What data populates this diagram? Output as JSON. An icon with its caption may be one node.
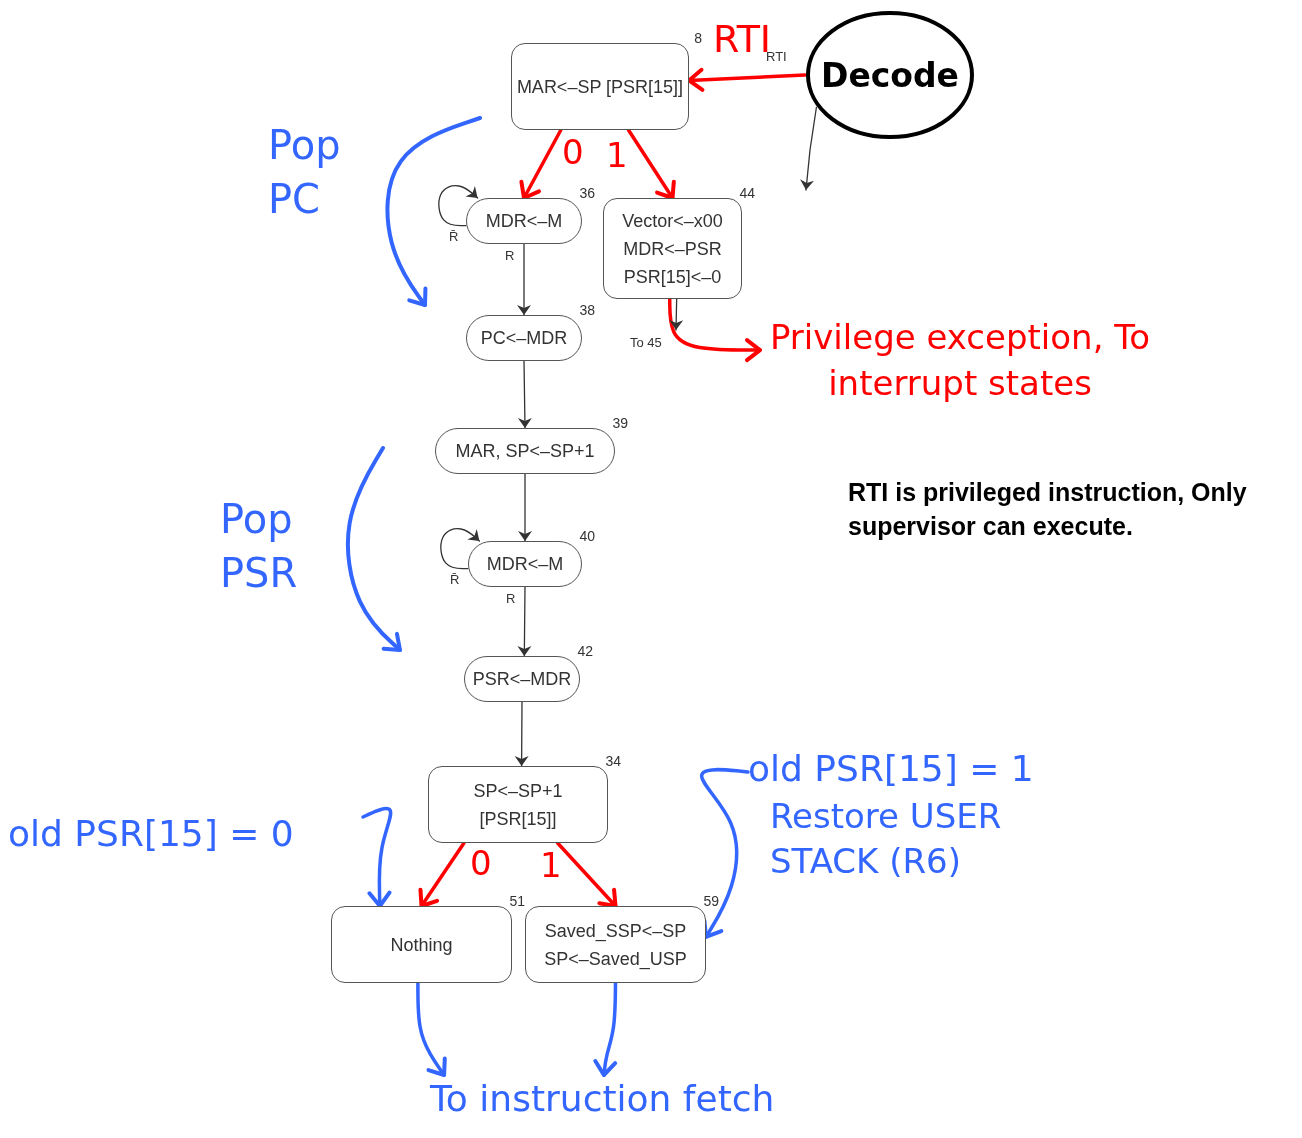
{
  "diagram": {
    "nodes": [
      {
        "text": [
          "Decode"
        ]
      },
      {
        "text": [
          "MAR<–SP [PSR[15]]"
        ],
        "beside": [
          "8"
        ]
      },
      {
        "text": [
          "MDR<–M"
        ],
        "beside": [
          "36"
        ]
      },
      {
        "text": [
          "Vector<–x00 MDR<–PSR PSR[15]<–0"
        ],
        "beside": [
          "44"
        ]
      },
      {
        "text": [
          "PC<–MDR"
        ],
        "beside": [
          "38"
        ]
      },
      {
        "text": [
          "MAR, SP<–SP+1"
        ],
        "beside": [
          "39"
        ]
      },
      {
        "text": [
          "MDR<–M"
        ],
        "beside": [
          "40"
        ]
      },
      {
        "text": [
          "PSR<–MDR"
        ],
        "beside": [
          "42"
        ]
      },
      {
        "text": [
          "SP<–SP+1 [PSR[15]]"
        ],
        "beside": [
          "34"
        ]
      },
      {
        "text": [
          "Nothing"
        ],
        "beside": [
          "51"
        ]
      },
      {
        "text": [
          "Saved_SSP<–SP SP<–Saved_USP"
        ],
        "beside": [
          "59"
        ]
      },
      {
        "text": [
          "Privilege exception, To interrupt states"
        ]
      },
      {
        "text": [
          "To instruction fetch"
        ]
      },
      {
        "text": [
          "old PSR[15] = 0"
        ]
      },
      {
        "text": [
          "old PSR[15] = 1",
          "Restore USER STACK (R6)"
        ]
      }
    ],
    "edges": [
      {
        "from": 0,
        "to": 1,
        "arrow": "to",
        "label": "RTI",
        "color": "#ff0000"
      },
      {
        "from": 0,
        "to": null,
        "arrow": "to"
      },
      {
        "from": 1,
        "to": 2,
        "arrow": "to",
        "label": "0",
        "color": "#ff0000"
      },
      {
        "from": 1,
        "to": 3,
        "arrow": "to",
        "label": "1",
        "color": "#ff0000"
      },
      {
        "from": 2,
        "to": 2,
        "arrow": "to",
        "label": "R̄"
      },
      {
        "from": 2,
        "to": 4,
        "arrow": "to",
        "label": "R"
      },
      {
        "from": 3,
        "to": 11,
        "arrow": "to",
        "color": "#ff0000"
      },
      {
        "from": 3,
        "to": null,
        "arrow": "to",
        "label": "To 45"
      },
      {
        "from": 4,
        "to": 5,
        "arrow": "to"
      },
      {
        "from": 5,
        "to": 6,
        "arrow": "to"
      },
      {
        "from": 6,
        "to": 6,
        "arrow": "to",
        "label": "R̄"
      },
      {
        "from": 6,
        "to": 7,
        "arrow": "to",
        "label": "R"
      },
      {
        "from": 7,
        "to": 8,
        "arrow": "to"
      },
      {
        "from": 8,
        "to": 9,
        "arrow": "to",
        "label": "0",
        "color": "#ff0000"
      },
      {
        "from": 8,
        "to": 10,
        "arrow": "to",
        "label": "1",
        "color": "#ff0000"
      },
      {
        "from": 9,
        "to": 12,
        "arrow": "to",
        "color": "#3366ff"
      },
      {
        "from": 10,
        "to": 12,
        "arrow": "to",
        "color": "#3366ff"
      },
      {
        "from": 13,
        "to": 9,
        "arrow": "to",
        "color": "#3366ff"
      },
      {
        "from": 14,
        "to": 10,
        "arrow": "to",
        "color": "#3366ff"
      }
    ],
    "labels": [
      "RTI",
      "Pop PC",
      "Pop PSR",
      "RTI is privileged instruction, Only supervisor can execute."
    ]
  }
}
